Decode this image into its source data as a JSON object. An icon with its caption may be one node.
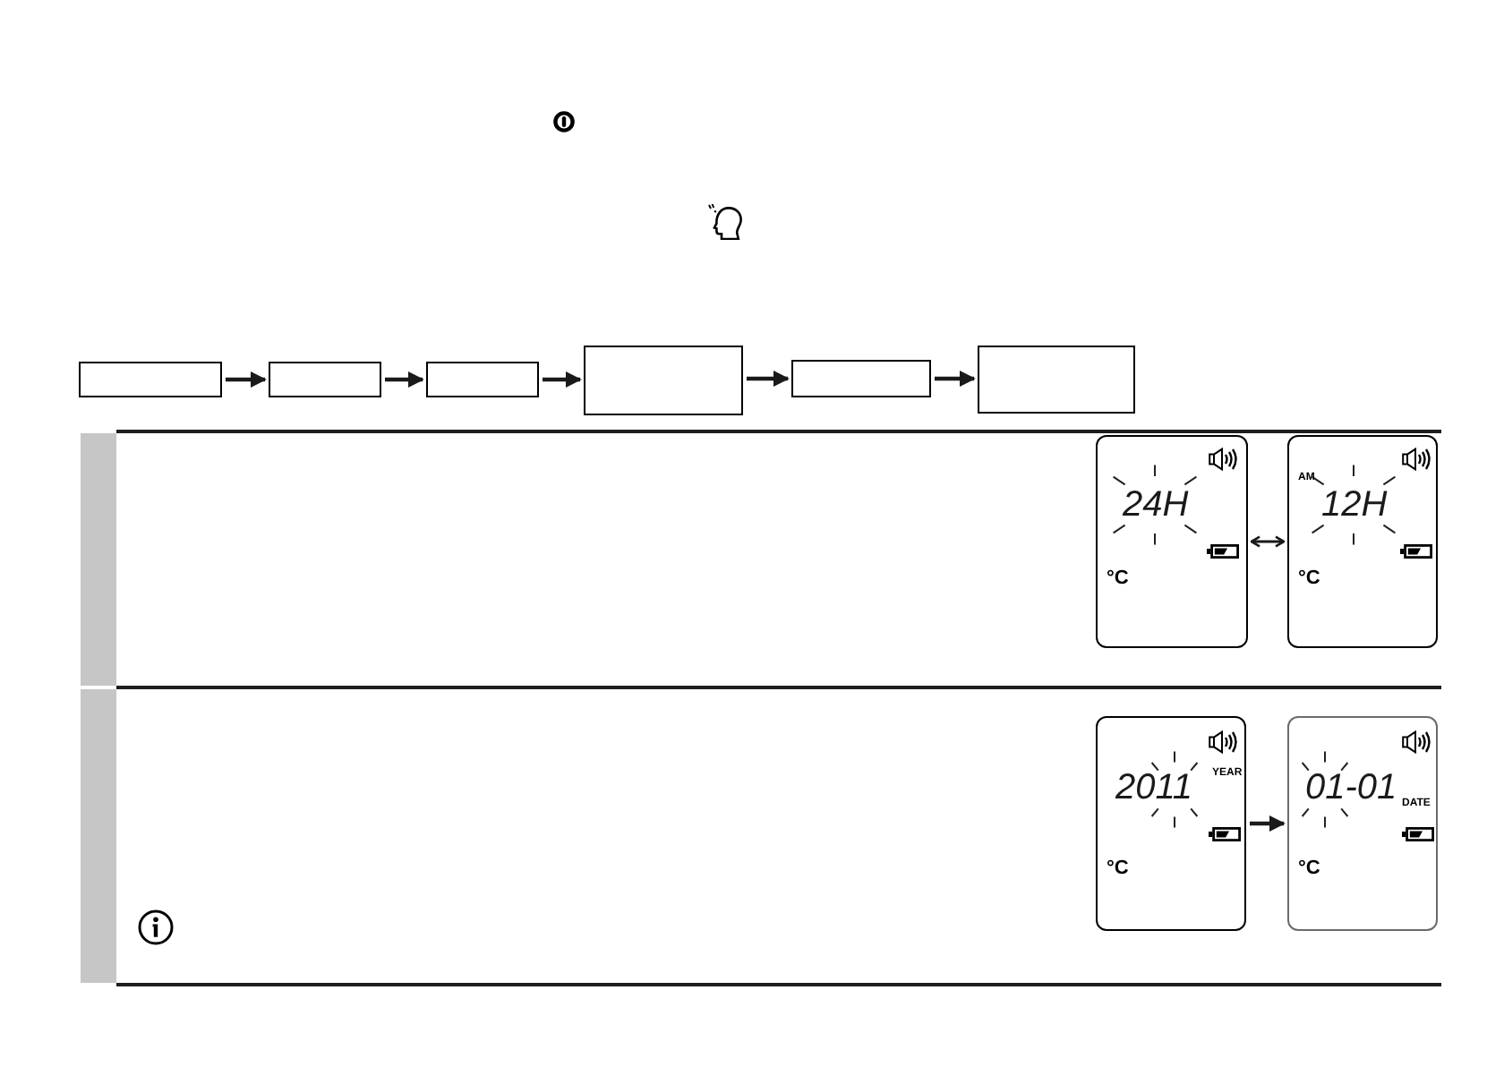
{
  "diagram": {
    "nodes": [
      {
        "text": [],
        "shape": "box"
      },
      {
        "text": [],
        "shape": "box"
      },
      {
        "text": [],
        "shape": "box"
      },
      {
        "text": [],
        "shape": "box"
      },
      {
        "text": [],
        "shape": "box"
      },
      {
        "text": [],
        "shape": "box"
      },
      {
        "text": [],
        "shape": "bar"
      },
      {
        "text": [
          "24H",
          "°C"
        ]
      },
      {
        "text": [
          "AM",
          "12H",
          "°C"
        ]
      },
      {
        "text": [],
        "shape": "bar"
      },
      {
        "text": [
          "2011",
          "YEAR",
          "°C"
        ]
      },
      {
        "text": [
          "01-01",
          "DATE",
          "°C"
        ]
      }
    ],
    "edges": [
      {
        "from": 0,
        "to": 1,
        "arrow": "to"
      },
      {
        "from": 1,
        "to": 2,
        "arrow": "to"
      },
      {
        "from": 2,
        "to": 3,
        "arrow": "to"
      },
      {
        "from": 3,
        "to": 4,
        "arrow": "to"
      },
      {
        "from": 4,
        "to": 5,
        "arrow": "to"
      },
      {
        "from": 7,
        "to": 8,
        "arrow": "both"
      },
      {
        "from": 10,
        "to": 11,
        "arrow": "to"
      }
    ]
  }
}
